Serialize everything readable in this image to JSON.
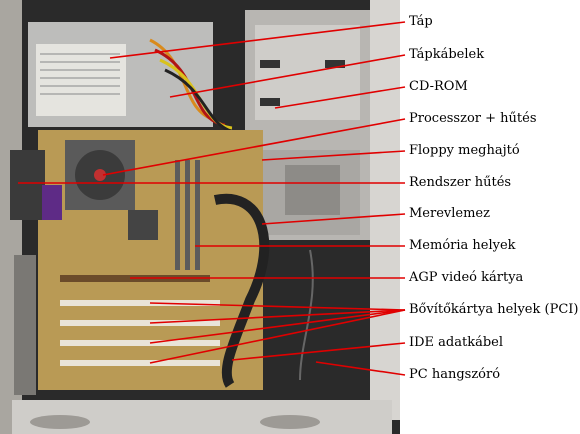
{
  "labels": [
    "Táp",
    "Tápkábelek",
    "CD-ROM",
    "Processzor + hűtés",
    "Floppy meghajtó",
    "Rendszer hűtés",
    "Merevlemez",
    "Memória helyek",
    "AGP videó kártya",
    "Bővítőkártya helyek (PCI)",
    "IDE adatkábel",
    "PC hangszóró"
  ],
  "colors": {
    "leader_line": "#e00000",
    "case_panel": "#c9c7c4",
    "board": "#b99a55"
  }
}
